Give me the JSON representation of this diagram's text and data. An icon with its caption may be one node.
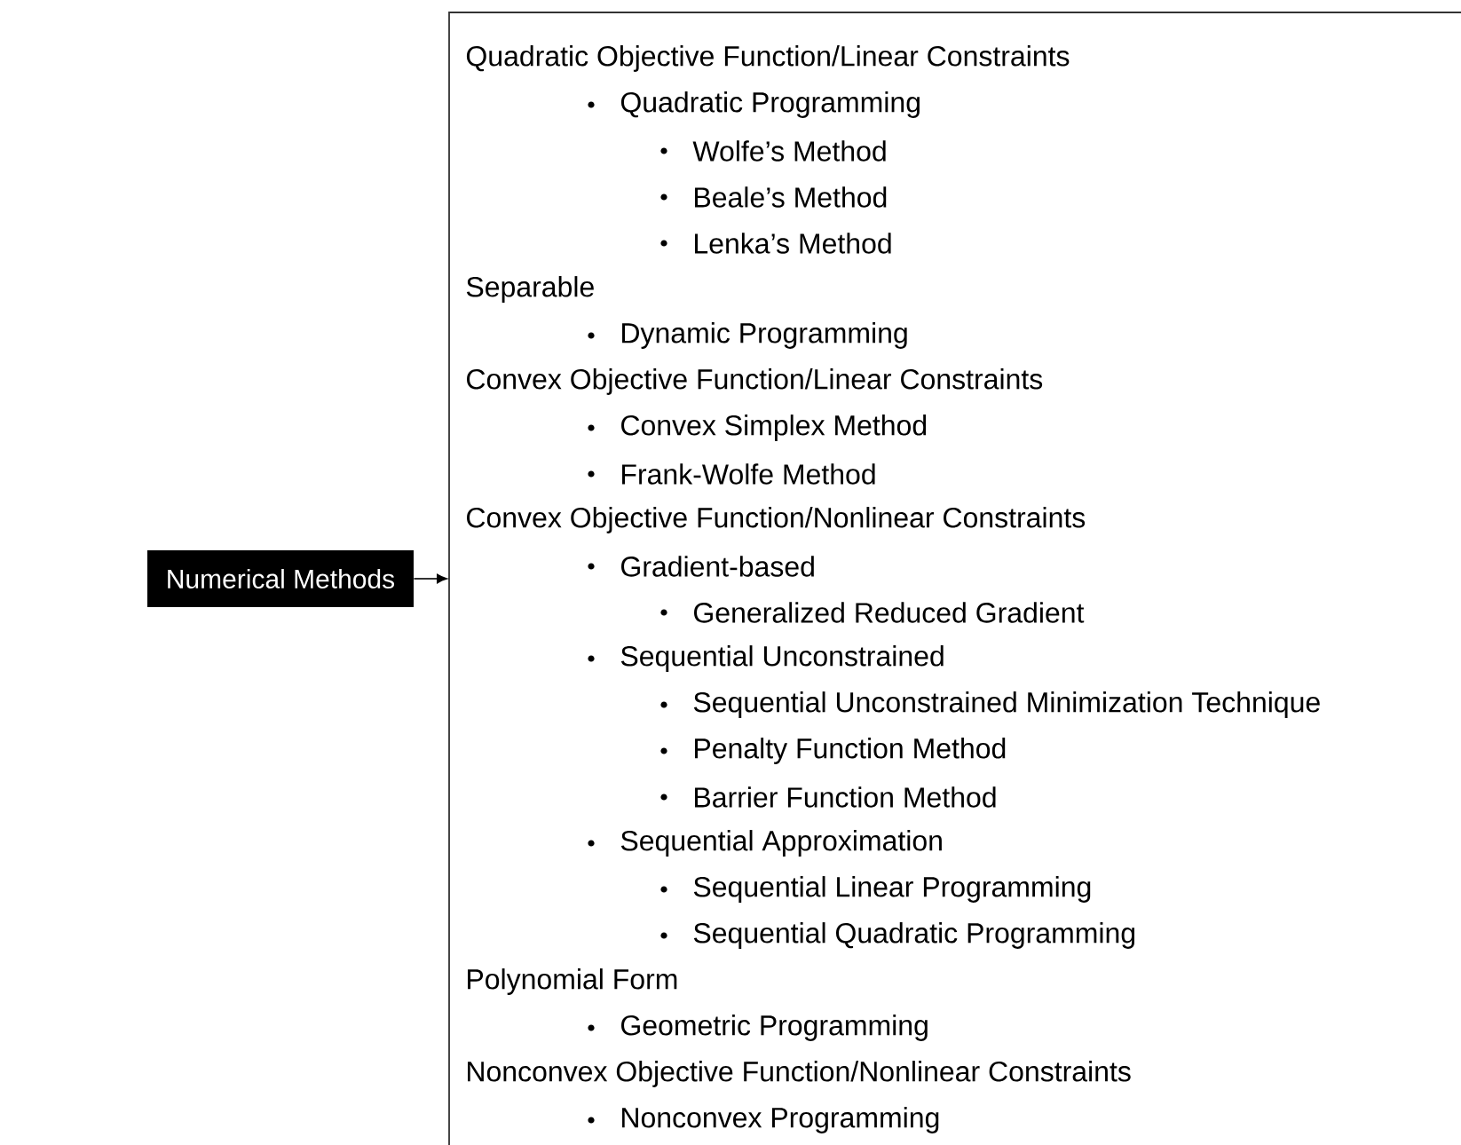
{
  "diagram": {
    "nodes": [
      {
        "text": [
          "Numerical Methods"
        ]
      },
      {
        "text": [
          "Quadratic Objective Function/Linear Constraints",
          "Quadratic Programming",
          "Wolfe’s Method",
          "Beale’s Method",
          "Lenka’s Method",
          "Separable",
          "Dynamic Programming",
          "Convex Objective Function/Linear Constraints",
          "Convex Simplex Method",
          "Frank-Wolfe Method",
          "Convex Objective Function/Nonlinear Constraints",
          "Gradient-based",
          "Generalized Reduced Gradient",
          "Sequential Unconstrained",
          "Sequential Unconstrained Minimization Technique",
          "Penalty Function Method",
          "Barrier Function Method",
          "Sequential Approximation",
          "Sequential Linear Programming",
          "Sequential Quadratic Programming",
          "Polynomial Form",
          "Geometric Programming",
          "Nonconvex Objective Function/Nonlinear Constraints",
          "Nonconvex Programming"
        ]
      }
    ],
    "edges": [
      {
        "from": 0,
        "to": 1,
        "arrow": "to"
      }
    ]
  }
}
